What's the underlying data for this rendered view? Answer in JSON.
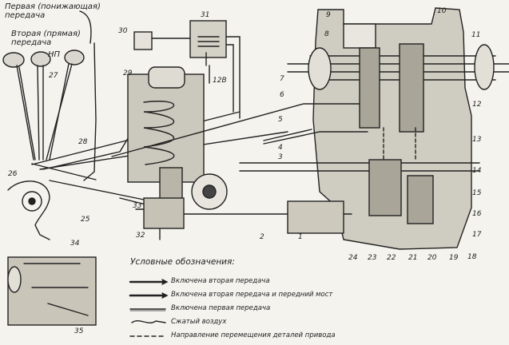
{
  "labels": {
    "gear_first": "Первая (понижающая)\nпередача",
    "gear_second": "Вторая (прямая)\nпередача",
    "neutral": "НП",
    "legend_title": "Условные обозначения:"
  },
  "legend": [
    "Включена вторая передача",
    "Включена вторая передача и передний мост",
    "Включена первая передача",
    "Сжатый воздух",
    "Направление перемещения деталей привода"
  ],
  "numbers": [
    "1",
    "2",
    "3",
    "4",
    "5",
    "6",
    "7",
    "8",
    "9",
    "10",
    "11",
    "12",
    "13",
    "14",
    "15",
    "16",
    "17",
    "18",
    "19",
    "20",
    "21",
    "22",
    "23",
    "24",
    "25",
    "26",
    "27",
    "28",
    "29",
    "30",
    "31",
    "32",
    "33",
    "34",
    "35",
    "12В"
  ]
}
